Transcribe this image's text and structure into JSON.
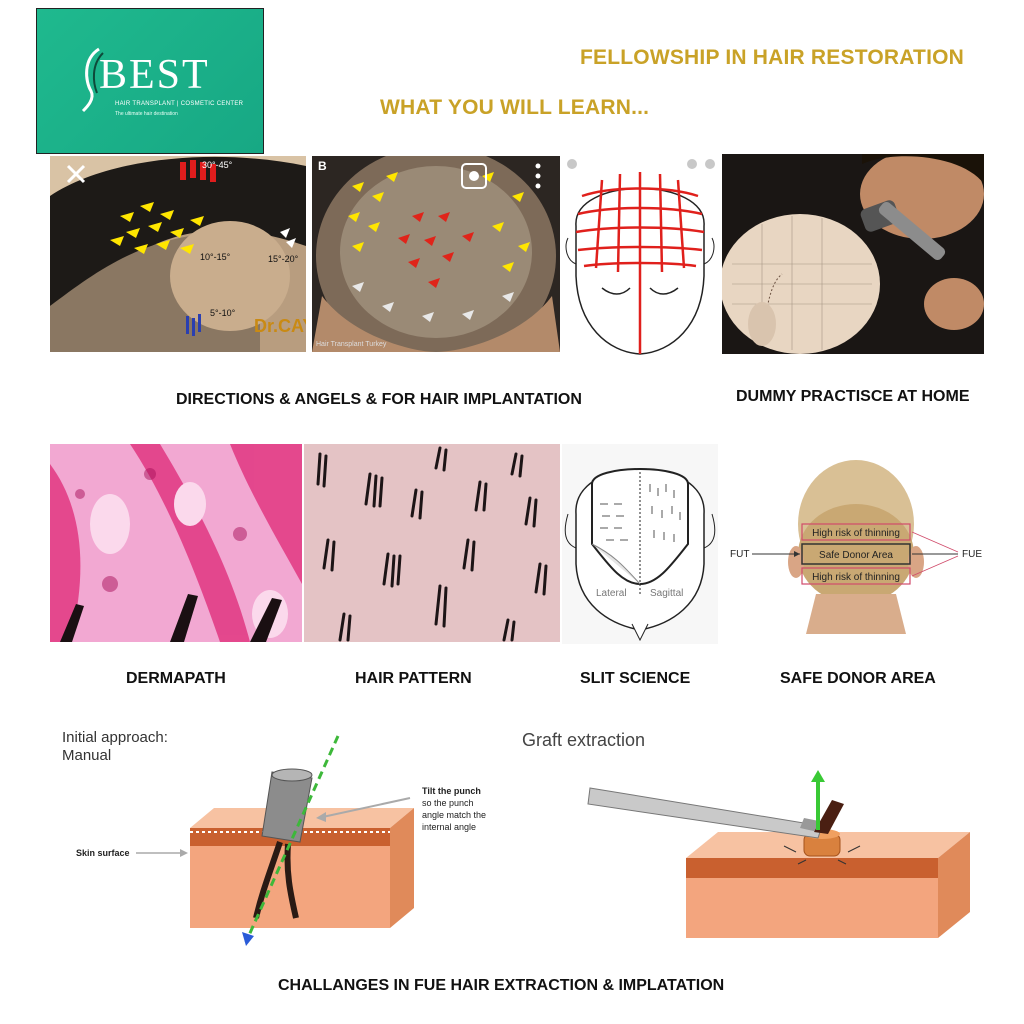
{
  "logo": {
    "brand": "BEST",
    "tagline": "HAIR TRANSPLANT | COSMETIC CENTER",
    "subline": "The ultimate hair destination"
  },
  "header": {
    "title": "FELLOWSHIP IN HAIR RESTORATION",
    "subtitle": "WHAT YOU WILL LEARN..."
  },
  "row1": {
    "label_left": "DIRECTIONS & ANGELS & FOR HAIR IMPLANTATION",
    "label_right": "DUMMY PRACTISCE AT HOME",
    "angles": [
      "30°-45°",
      "10°-15°",
      "15°-20°",
      "5°-10°"
    ],
    "watermark": "Dr.CAYMAZ",
    "watermark_sub": "Hair Transplant Turkey",
    "panel_b": "B"
  },
  "row2": {
    "labels": [
      "DERMAPATH",
      "HAIR PATTERN",
      "SLIT SCIENCE",
      "SAFE DONOR AREA"
    ],
    "slit_left": "Lateral",
    "slit_right": "Sagittal",
    "donor": {
      "top": "High risk of thinning",
      "middle": "Safe Donor Area",
      "bottom": "High risk of thinning",
      "left": "FUT",
      "right": "FUE"
    }
  },
  "row3": {
    "title_left": "Initial approach:",
    "title_left2": "Manual",
    "skin_label": "Skin surface",
    "tilt_note": [
      "Tilt the punch",
      "so the punch",
      "angle match the",
      "internal angle"
    ],
    "title_right": "Graft extraction",
    "label": "CHALLANGES IN FUE HAIR EXTRACTION & IMPLATATION"
  },
  "colors": {
    "accent": "#c9a227",
    "logo_bg": "#1fb98e",
    "skin": "#f3a57e",
    "skin_dark": "#c9602f"
  }
}
